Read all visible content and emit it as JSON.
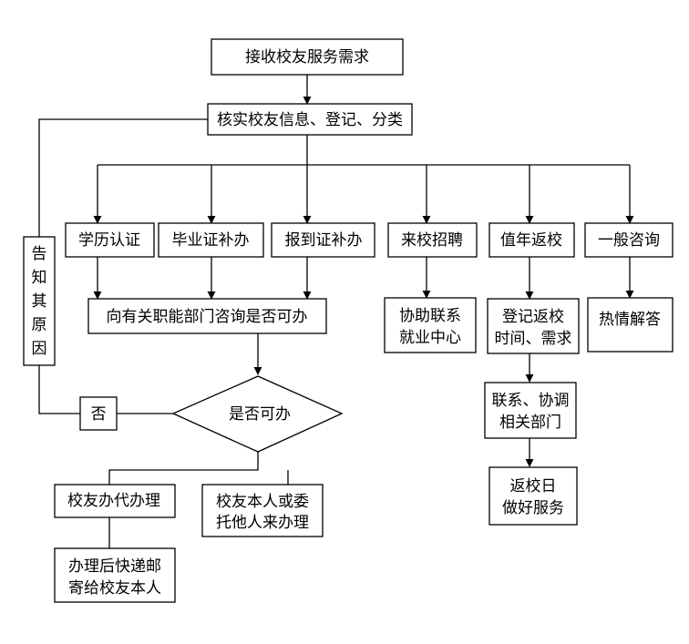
{
  "nodes": {
    "receive": "接收校友服务需求",
    "verify": "核实校友信息、登记、分类",
    "education": "学历认证",
    "diploma": "毕业证补办",
    "report": "报到证补办",
    "recruit": "来校招聘",
    "anniversary": "值年返校",
    "consult": "一般咨询",
    "inquire": "向有关职能部门咨询是否可办",
    "decision": "是否可办",
    "no": "否",
    "inform": [
      "告",
      "知",
      "其",
      "原",
      "因"
    ],
    "employment": [
      "协助联系",
      "就业中心"
    ],
    "register_return": [
      "登记返校",
      "时间、需求"
    ],
    "contact_dept": [
      "联系、协调",
      "相关部门"
    ],
    "serve_day": [
      "返校日",
      "做好服务"
    ],
    "reply": "热情解答",
    "proxy": "校友办代办理",
    "self": [
      "校友本人或委",
      "托他人来办理"
    ],
    "mail": [
      "办理后快递邮",
      "寄给校友本人"
    ]
  }
}
